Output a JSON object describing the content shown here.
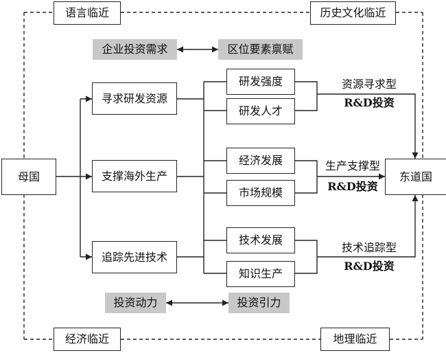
{
  "corners": {
    "top_left": "语言临近",
    "top_right": "历史文化临近",
    "bottom_left": "经济临近",
    "bottom_right": "地理临近"
  },
  "top_pair": {
    "left": "企业投资需求",
    "right": "区位要素禀赋"
  },
  "bottom_pair": {
    "left": "投资动力",
    "right": "投资引力"
  },
  "home": "母国",
  "host": "东道国",
  "motives": [
    "寻求研发资源",
    "支撑海外生产",
    "追踪先进技术"
  ],
  "factors": [
    "研发强度",
    "研发人才",
    "经济发展",
    "市场规模",
    "技术发展",
    "知识生产"
  ],
  "types": [
    {
      "name": "资源寻求型",
      "sub": "R&D投资"
    },
    {
      "name": "生产支撑型",
      "sub": "R&D投资"
    },
    {
      "name": "技术追踪型",
      "sub": "R&D投资"
    }
  ],
  "colors": {
    "line": "#222222",
    "highlight": "#c8c8c8"
  }
}
